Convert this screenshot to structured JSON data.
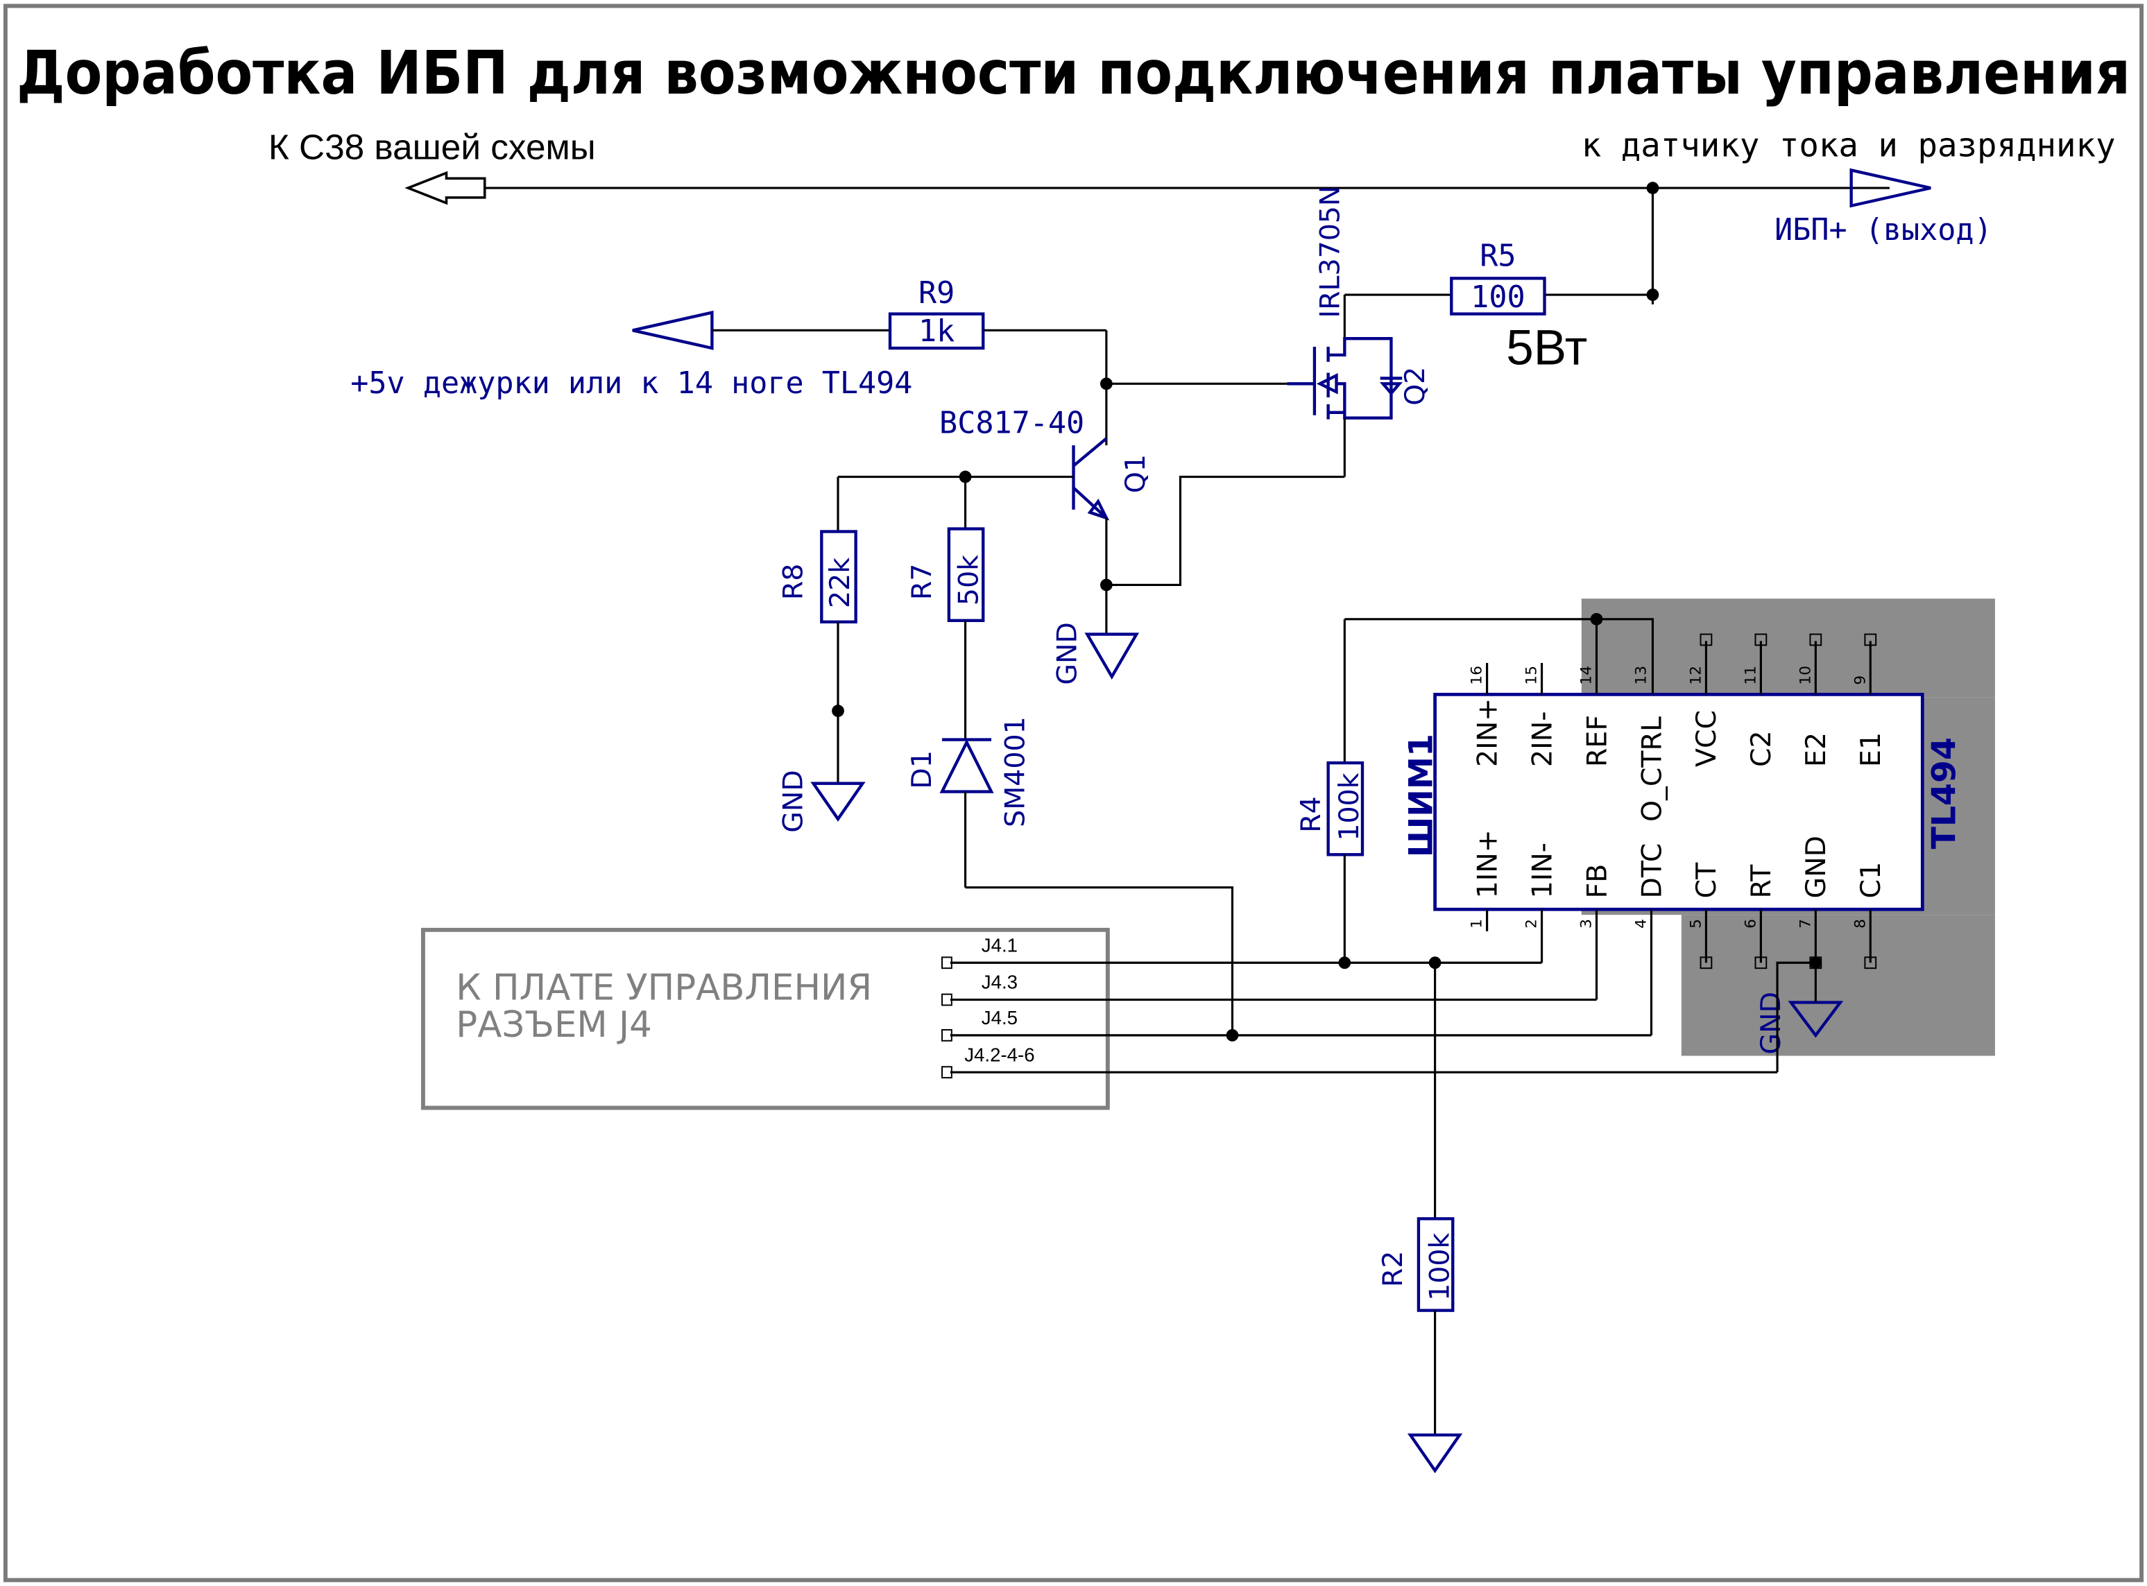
{
  "title": "Доработка ИБП для возможности подключения платы управления",
  "notes": {
    "to_c38": "К С38 вашей схемы",
    "to_sensor": "к датчику тока и разряднику",
    "ups_out": "ИБП+ (выход)",
    "standby": "+5v дежурки или к 14 ноге TL494",
    "power_rating": "5Вт"
  },
  "components": {
    "R9": {
      "ref": "R9",
      "value": "1k"
    },
    "R5": {
      "ref": "R5",
      "value": "100"
    },
    "R8": {
      "ref": "R8",
      "value": "22k"
    },
    "R7": {
      "ref": "R7",
      "value": "50k"
    },
    "R4": {
      "ref": "R4",
      "value": "100k"
    },
    "R2": {
      "ref": "R2",
      "value": "100k"
    },
    "Q1": {
      "ref": "Q1",
      "part": "BC817-40"
    },
    "Q2": {
      "ref": "Q2",
      "part": "IRL3705N"
    },
    "D1": {
      "ref": "D1",
      "part": "SM4001"
    },
    "U1": {
      "ref": "ШИМ1",
      "part": "TL494"
    }
  },
  "gnd_label": "GND",
  "chip_pins_top": [
    {
      "num": "16",
      "name": "2IN+"
    },
    {
      "num": "15",
      "name": "2IN-"
    },
    {
      "num": "14",
      "name": "REF"
    },
    {
      "num": "13",
      "name": "O_CTRL"
    },
    {
      "num": "12",
      "name": "VCC"
    },
    {
      "num": "11",
      "name": "C2"
    },
    {
      "num": "10",
      "name": "E2"
    },
    {
      "num": "9",
      "name": "E1"
    }
  ],
  "chip_pins_bottom": [
    {
      "num": "1",
      "name": "1IN+"
    },
    {
      "num": "2",
      "name": "1IN-"
    },
    {
      "num": "3",
      "name": "FB"
    },
    {
      "num": "4",
      "name": "DTC"
    },
    {
      "num": "5",
      "name": "CT"
    },
    {
      "num": "6",
      "name": "RT"
    },
    {
      "num": "7",
      "name": "GND"
    },
    {
      "num": "8",
      "name": "C1"
    }
  ],
  "connector": {
    "line1": "К ПЛАТЕ УПРАВЛЕНИЯ",
    "line2": "РАЗЪЕМ J4",
    "pins": [
      "J4.1",
      "J4.3",
      "J4.5",
      "J4.2-4-6"
    ]
  }
}
